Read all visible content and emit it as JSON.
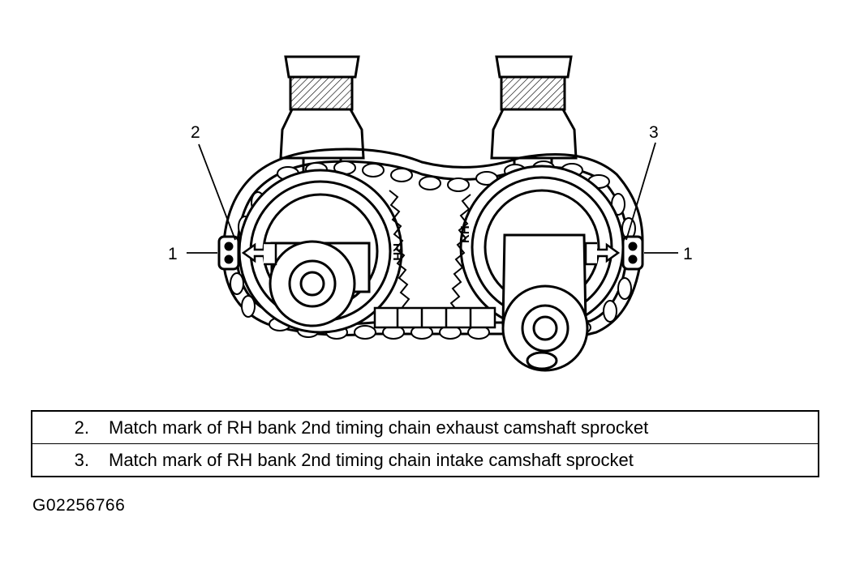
{
  "callouts": {
    "left_match_mark_num": "1",
    "right_match_mark_num": "1",
    "exhaust_mark_num": "2",
    "intake_mark_num": "3"
  },
  "sprocket_marks": {
    "left_mark": "RH",
    "right_mark": "RH"
  },
  "legend": {
    "rows": [
      {
        "number": "2.",
        "text": "Match mark of RH bank 2nd timing chain exhaust camshaft sprocket"
      },
      {
        "number": "3.",
        "text": "Match mark of RH bank 2nd timing chain intake camshaft sprocket"
      }
    ]
  },
  "figure_code": "G02256766"
}
